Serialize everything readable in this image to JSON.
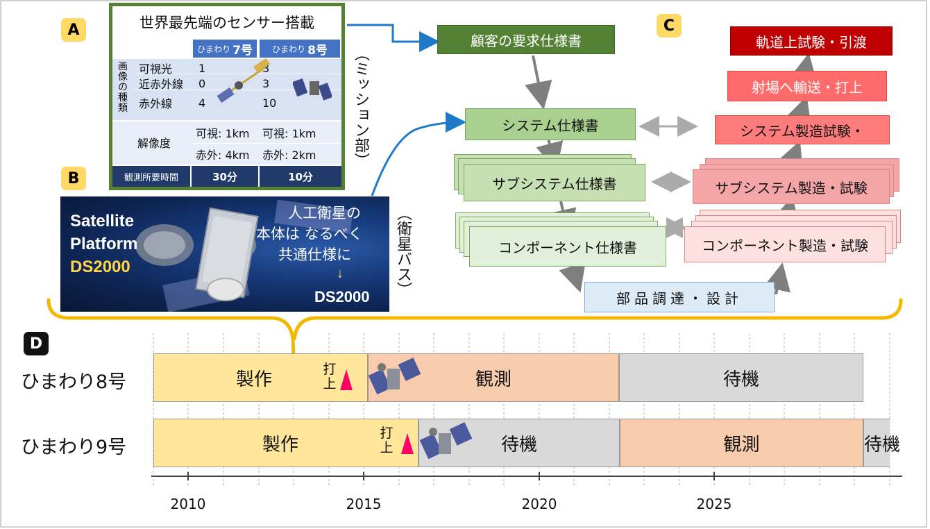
{
  "labels": {
    "a": "A",
    "b": "B",
    "c": "C",
    "d": "D"
  },
  "panel_a": {
    "title": "世界最先端のセンサー搭載",
    "col1_prefix": "ひまわり",
    "col1_num": "7号",
    "col2_prefix": "ひまわり",
    "col2_num": "8号",
    "side_label": "画像の種類",
    "rows": [
      {
        "name": "可視光",
        "v7": "1",
        "v8": "3"
      },
      {
        "name": "近赤外線",
        "v7": "0",
        "v8": "3"
      },
      {
        "name": "赤外線",
        "v7": "4",
        "v8": "10"
      }
    ],
    "resolution_label": "解像度",
    "res_vis7": "可視: 1km",
    "res_vis8": "可視: 1km",
    "res_ir7": "赤外: 4km",
    "res_ir8": "赤外: 2km",
    "time_label": "観測所要時間",
    "time7": "30分",
    "time8": "10分",
    "side_caption": "（ミッション部）"
  },
  "panel_b": {
    "line1": "Satellite",
    "line2": "Platform",
    "line3": "DS2000",
    "right1": "人工衛星の",
    "right2": "本体は なるべく",
    "right3": "共通仕様に",
    "arrow": "↓",
    "right4": "DS2000",
    "side_caption": "（衛星バス）"
  },
  "panel_c": {
    "customer": "顧客の要求仕様書",
    "system_spec": "システム仕様書",
    "subsystem_spec": "サブシステム仕様書",
    "component_spec": "コンポーネント仕様書",
    "parts": "部品調達・設計",
    "component_mfg": "コンポーネント製造・試験",
    "subsystem_mfg": "サブシステム製造・試験",
    "system_mfg": "システム製造試験・",
    "launch": "射場へ輸送・打上",
    "orbit": "軌道上試験・引渡"
  },
  "timeline": {
    "row1_label": "ひまわり8号",
    "row2_label": "ひまわり9号",
    "make": "製作",
    "observe": "観測",
    "standby": "待機",
    "launch_mark": "打上",
    "years": [
      "2010",
      "2015",
      "2020",
      "2025"
    ],
    "colors": {
      "make": "#ffe699",
      "observe": "#f8cbad",
      "standby": "#d9d9d9",
      "launch": "#ff0066"
    }
  }
}
